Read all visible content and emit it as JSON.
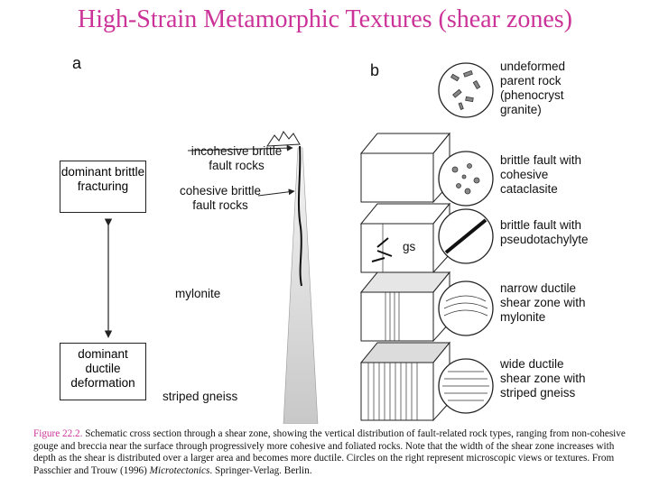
{
  "title": "High-Strain Metamorphic Textures (shear zones)",
  "panels": {
    "a": "a",
    "b": "b"
  },
  "left_boxes": {
    "top": "dominant brittle fracturing",
    "bottom": "dominant ductile deformation"
  },
  "zone_labels": {
    "incohesive": "incohesive brittle fault rocks",
    "cohesive": "cohesive brittle fault rocks",
    "mylonite": "mylonite",
    "striped_gneiss": "striped gneiss",
    "gs": "gs"
  },
  "circle_labels": [
    "undeformed parent rock (phenocryst granite)",
    "brittle fault with cohesive cataclasite",
    "brittle fault with pseudotachylyte",
    "narrow ductile shear zone with mylonite",
    "wide ductile shear zone with striped gneiss"
  ],
  "caption": {
    "figure_label": "Figure 22.2.",
    "text": " Schematic cross section through a shear zone, showing the vertical distribution of fault-related rock types, ranging from non-cohesive gouge and breccia near the surface through progressively more cohesive and foliated rocks. Note that the width of the shear zone increases with depth as the shear is distributed over a larger area and becomes more ductile. Circles on the right represent microscopic views or textures. From Passchier and Trouw (1996) ",
    "italic": "Microtectonics",
    "tail": ". Springer-Verlag. Berlin."
  }
}
